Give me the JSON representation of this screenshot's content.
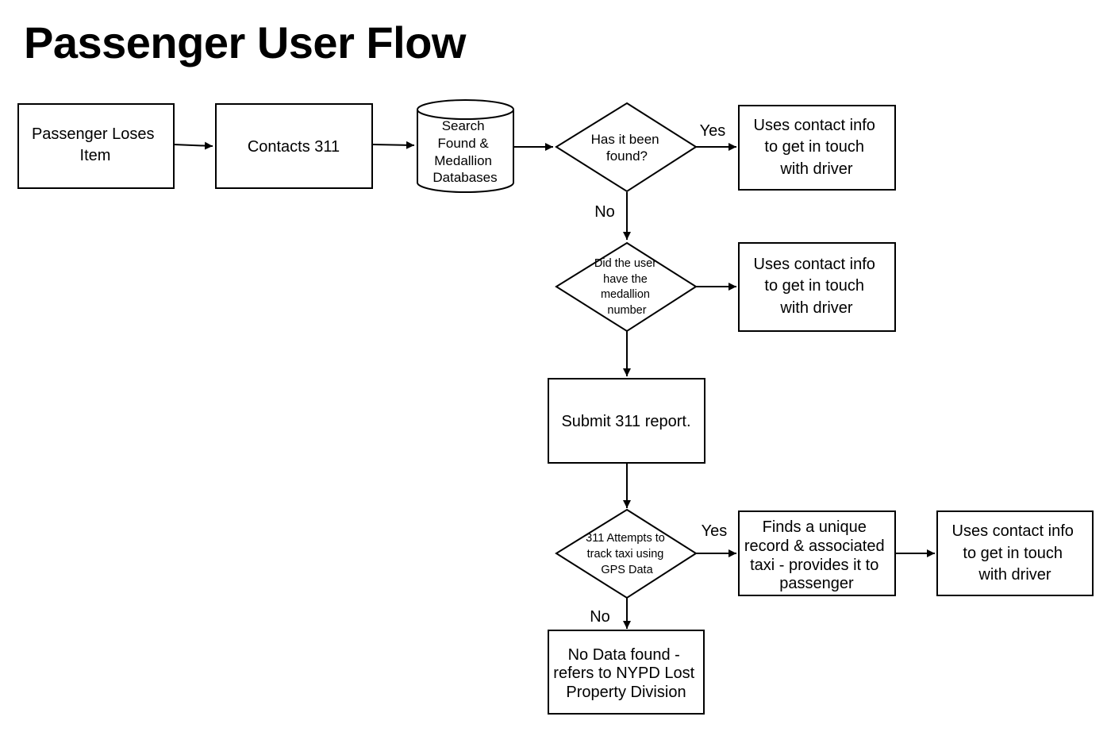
{
  "title": "Passenger User Flow",
  "nodes": {
    "passenger_loses_item": {
      "lines": [
        "Passenger Loses",
        "Item"
      ]
    },
    "contacts_311": {
      "lines": [
        "Contacts 311"
      ]
    },
    "search_databases": {
      "lines": [
        "Search",
        "Found &",
        "Medallion",
        "Databases"
      ]
    },
    "has_it_been_found": {
      "lines": [
        "Has it been",
        "found?"
      ]
    },
    "contact_driver_1": {
      "lines": [
        "Uses contact info",
        "to get in touch",
        "with driver"
      ]
    },
    "did_user_have_medallion": {
      "lines": [
        "Did the user",
        "have the",
        "medallion",
        "number"
      ]
    },
    "contact_driver_2": {
      "lines": [
        "Uses contact info",
        "to get in touch",
        "with driver"
      ]
    },
    "submit_report": {
      "lines": [
        "Submit 311 report."
      ]
    },
    "attempts_gps": {
      "lines": [
        "311 Attempts to",
        "track taxi using",
        "GPS Data"
      ]
    },
    "finds_record": {
      "lines": [
        "Finds a unique",
        "record & associated",
        "taxi -  provides it to",
        "passenger"
      ]
    },
    "contact_driver_3": {
      "lines": [
        "Uses contact info",
        "to get in touch",
        "with driver"
      ]
    },
    "no_data_found": {
      "lines": [
        "No Data found -",
        "refers to NYPD Lost",
        "Property Division"
      ]
    }
  },
  "edge_labels": {
    "found_yes": "Yes",
    "found_no": "No",
    "gps_yes": "Yes",
    "gps_no": "No"
  }
}
